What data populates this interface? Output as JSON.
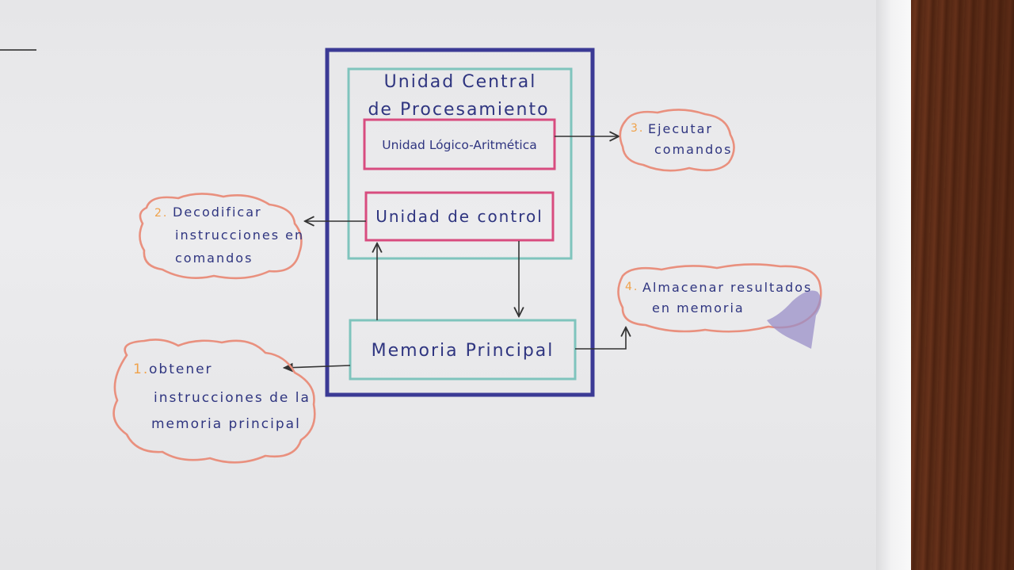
{
  "cpu": {
    "title_line1": "Unidad Central",
    "title_line2": "de Procesamiento"
  },
  "alu": {
    "label": "Unidad Lógico-Aritmética"
  },
  "control_unit": {
    "label": "Unidad de control"
  },
  "main_memory": {
    "label": "Memoria Principal"
  },
  "steps": [
    {
      "number": "1.",
      "lines": [
        "obtener",
        "instrucciones de la",
        "memoria principal"
      ]
    },
    {
      "number": "2.",
      "lines": [
        "Decodificar",
        "instrucciones en",
        "comandos"
      ]
    },
    {
      "number": "3.",
      "lines": [
        "Ejecutar",
        "comandos"
      ]
    },
    {
      "number": "4.",
      "lines": [
        "Almacenar resultados",
        "en memoria"
      ]
    }
  ],
  "colors": {
    "cpu_outer_border": "#3b3a95",
    "cpu_inner_border": "#7fc4bd",
    "unit_border": "#d84c7f",
    "memory_border": "#7fc4bd",
    "cloud_border": "#e9907e",
    "step_number": "#f0a24a",
    "text": "#2f3580",
    "arrow": "#333333",
    "smudge": "#9a8fc8"
  }
}
